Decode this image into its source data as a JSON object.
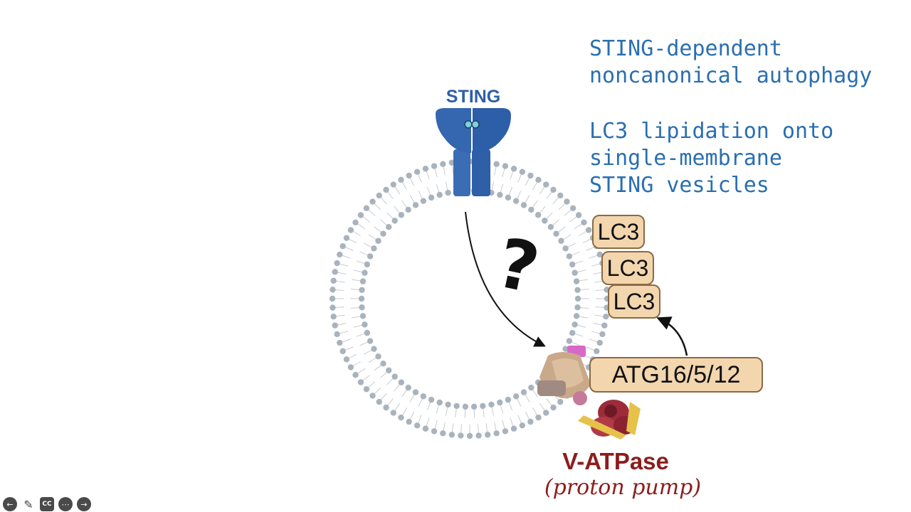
{
  "title": "STING-dependent\nnoncanonical autophagy",
  "description": "LC3 lipidation onto\nsingle-membrane\nSTING vesicles",
  "labels": {
    "sting": "STING",
    "question": "?",
    "lc3": [
      "LC3",
      "LC3",
      "LC3"
    ],
    "atg": "ATG16/5/12",
    "vatpase": "V-ATPase",
    "vatpase_sub": "(proton pump)"
  },
  "controls": {
    "back_icon": "arrow-left-icon",
    "pencil_icon": "pencil-icon",
    "cc_label": "CC",
    "more_icon": "more-icon",
    "next_icon": "arrow-right-icon"
  },
  "colors": {
    "text_blue": "#2a6fb0",
    "sting_blue": "#2f5fa6",
    "vatpase_red": "#8c1d1d",
    "box_fill": "#f3d6ae",
    "membrane": "#a9b3bd"
  }
}
